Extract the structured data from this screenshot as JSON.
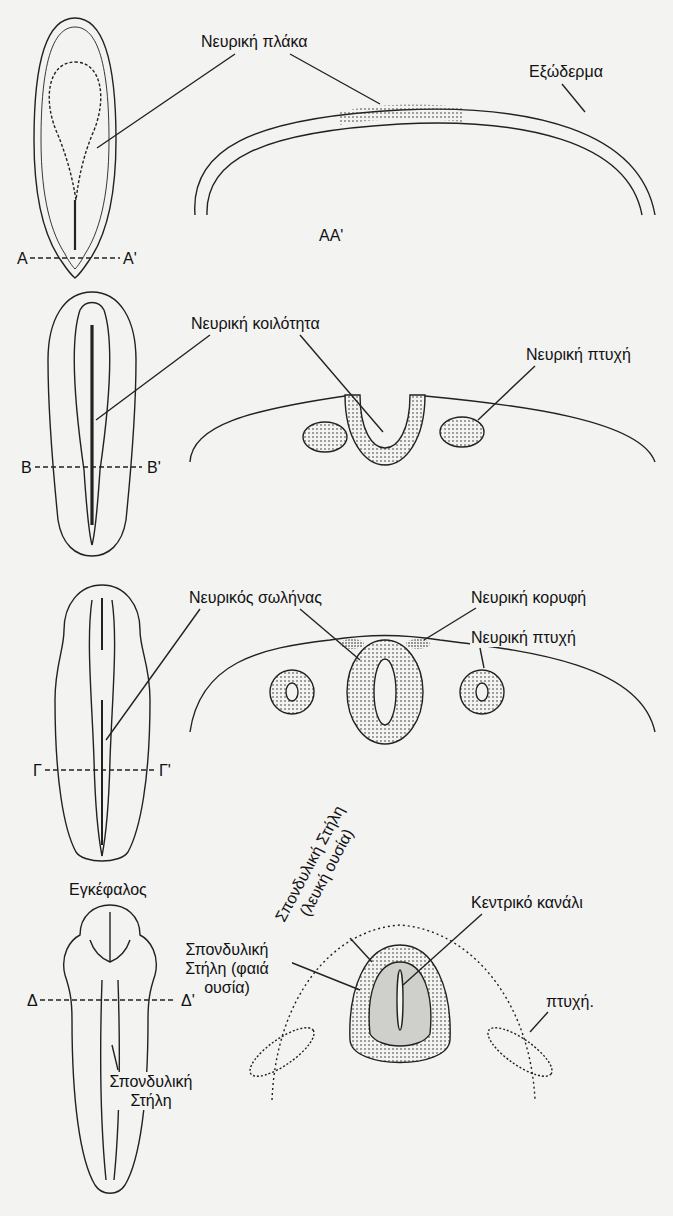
{
  "diagram": {
    "labels": [
      "Νευρική πλάκα",
      "Εξώδερμα",
      "A",
      "A'",
      "AA'",
      "Νευρική κοιλότητα",
      "Νευρική πτυχή",
      "B",
      "B'",
      "Νευρικός σωλήνας",
      "Νευρική κορυφή",
      "Νευρική πτυχή",
      "Γ",
      "Γ'",
      "Εγκέφαλος",
      "Σπονδυλική Στήλη (λευκή ουσία)",
      "Κεντρικό κανάλι",
      "Σπονδυλική Στήλη (φαιά ουσία)",
      "πτυχή.",
      "Σπονδυλική Στήλη",
      "Δ",
      "Δ'"
    ]
  }
}
